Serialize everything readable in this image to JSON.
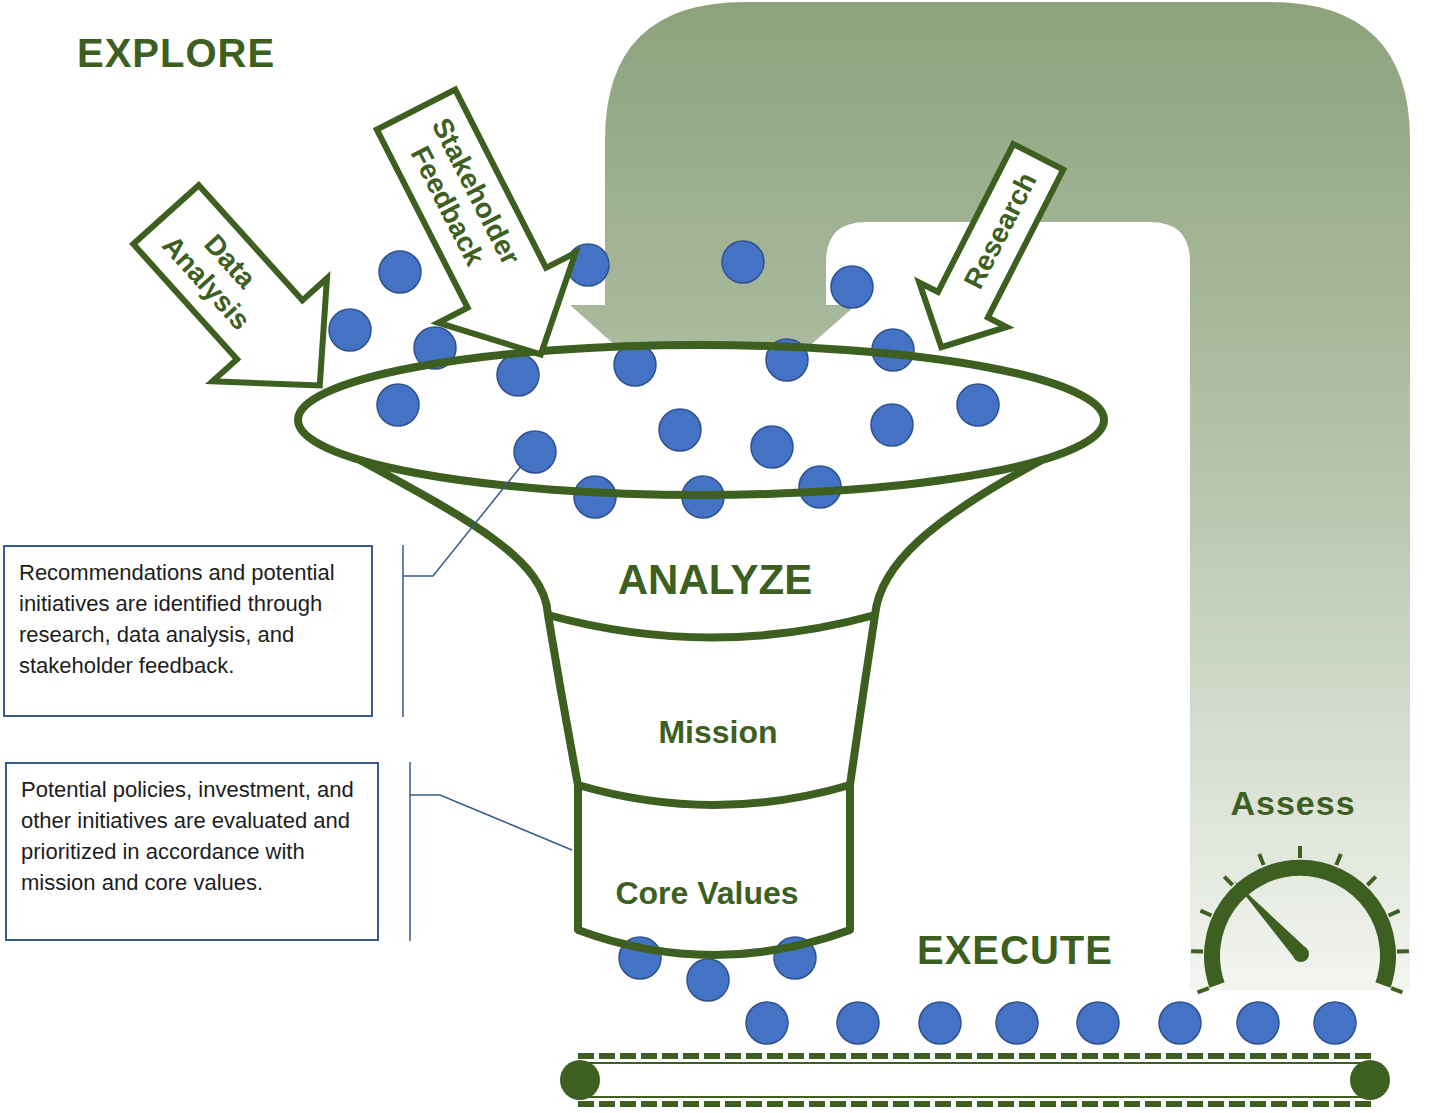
{
  "diagram": {
    "nodes": [
      {
        "text": [
          "Data Analysis"
        ]
      },
      {
        "text": [
          "Stakeholder Feedback"
        ]
      },
      {
        "text": [
          "Research"
        ]
      },
      {
        "text": [
          "ANALYZE"
        ]
      },
      {
        "text": [
          "Mission"
        ]
      },
      {
        "text": [
          "Core Values"
        ]
      },
      {
        "text": [
          "Recommendations and potential initiatives are identified through research, data analysis, and stakeholder feedback."
        ]
      },
      {
        "text": [
          "Potential policies, investment, and other initiatives are evaluated and prioritized in accordance with mission and core values."
        ]
      }
    ],
    "labels": [
      "EXPLORE",
      "Assess",
      "EXECUTE"
    ]
  }
}
